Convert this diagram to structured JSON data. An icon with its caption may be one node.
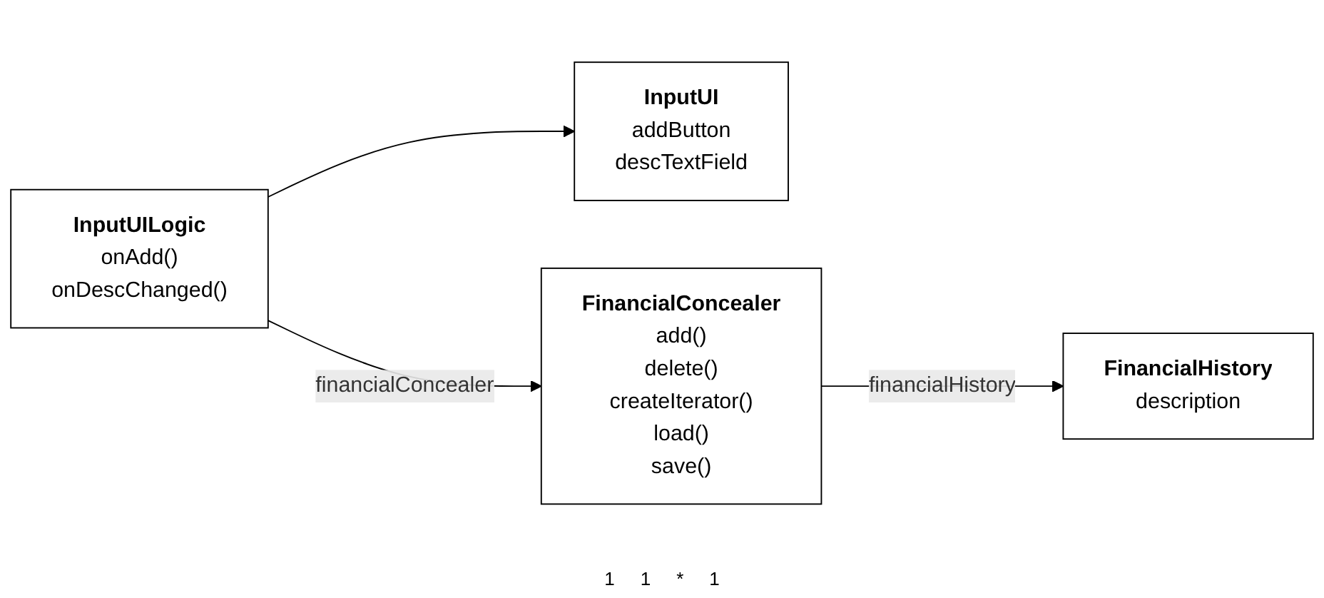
{
  "diagram": {
    "nodes": [
      {
        "text": [
          "InputUI",
          "addButton",
          "descTextField"
        ]
      },
      {
        "text": [
          "InputUILogic",
          "onAdd()",
          "onDescChanged()"
        ]
      },
      {
        "text": [
          "FinancialConcealer",
          "add()",
          "delete()",
          "createIterator()",
          "load()",
          "save()"
        ]
      },
      {
        "text": [
          "FinancialHistory",
          "description"
        ]
      }
    ],
    "edges": [
      {
        "from": 1,
        "to": 0,
        "arrow": "to"
      },
      {
        "from": 1,
        "to": 2,
        "arrow": "to",
        "label": "financialConcealer"
      },
      {
        "from": 2,
        "to": 3,
        "arrow": "to",
        "label": "financialHistory"
      }
    ],
    "labels": [
      "1",
      "1",
      "*",
      "1"
    ]
  }
}
